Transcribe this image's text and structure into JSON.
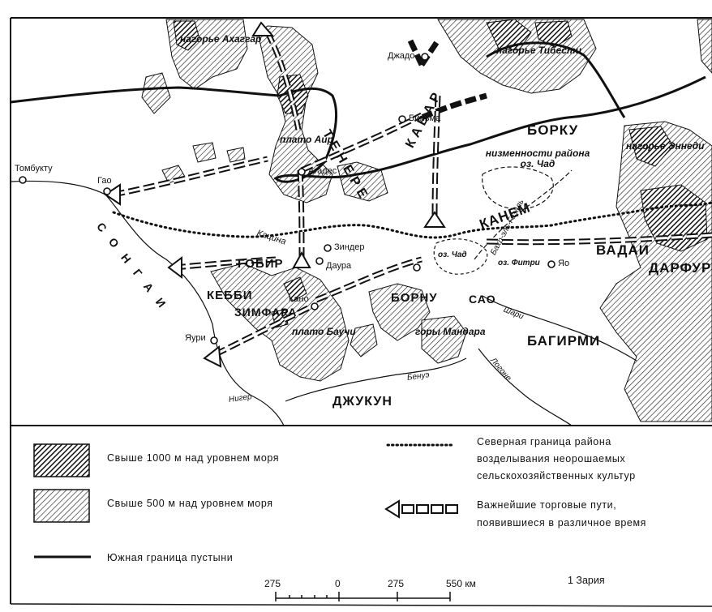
{
  "map": {
    "regions": {
      "borku": "БОРКУ",
      "kanem": "КАНЕМ",
      "vadai": "ВАДАИ",
      "darfur": "ДАРФУР",
      "gobir": "ГОБИР",
      "kebbi": "КЕББИ",
      "zimfara": "ЗИМФАРА",
      "bornu": "БОРНУ",
      "sao": "САО",
      "bagirmi": "БАГИРМИ",
      "djukun": "ДЖУКУН",
      "tenere": "ТЕНЕРЕ",
      "kavar": "КАВАР",
      "songai": "СОНГАИ"
    },
    "features": {
      "ahaggar": "нагорье Ахаггар",
      "tibesti": "нагорье Тибести",
      "ennedi": "нагорье Эннеди",
      "air": "плато Аир",
      "chad_lowland": "низменности района оз. Чад",
      "bauchi": "плато Баучи",
      "mandara": "горы Мандара"
    },
    "towns": {
      "timbuktu": "Томбукту",
      "gao": "Гао",
      "djado": "Джадо",
      "bilma": "Бильма",
      "agades": "Агадес",
      "zinder": "Зиндер",
      "daura": "Даура",
      "katsina": "Кацина",
      "kano": "Кано",
      "yauri": "Яури",
      "yao": "Яо"
    },
    "lakes": {
      "chad": "оз. Чад",
      "fitri": "оз. Фитри"
    },
    "rivers": {
      "niger": "Нигер",
      "benue": "Бенуэ",
      "logone": "Логоне",
      "shari": "Шари",
      "bahr_el_ghazal": "Бахр-эль-Газаль"
    },
    "colors": {
      "ink": "#111111",
      "paper": "#ffffff"
    }
  },
  "legend": {
    "above_1000": "Свыше 1000 м над уровнем моря",
    "above_500": "Свыше 500 м над уровнем моря",
    "desert_border": "Южная граница пустыни",
    "cultivation_line1": "Северная граница района",
    "cultivation_line2": "возделывания неорошаемых",
    "cultivation_line3": "сельскохозяйственных культур",
    "trade_line1": "Важнейшие торговые пути,",
    "trade_line2": "появившиеся в различное время"
  },
  "scale": {
    "ticks": [
      "275",
      "0",
      "275",
      "550 км"
    ],
    "note": "1 Зария"
  }
}
